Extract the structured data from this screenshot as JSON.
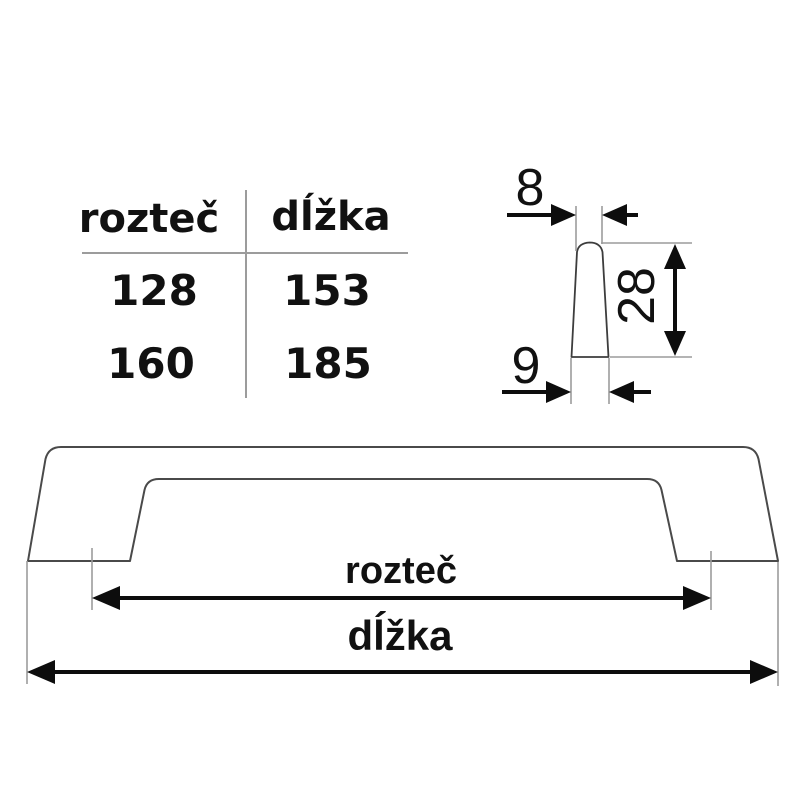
{
  "table": {
    "columns": [
      {
        "header": "rozteč"
      },
      {
        "header": "dĺžka"
      }
    ],
    "rows": [
      [
        "128",
        "153"
      ],
      [
        "160",
        "185"
      ]
    ]
  },
  "side_view": {
    "top_width": "8",
    "bottom_width": "9",
    "height": "28"
  },
  "front_view": {
    "spacing_label": "rozteč",
    "length_label": "dĺžka"
  },
  "colors": {
    "background": "#ffffff",
    "text": "#111111",
    "outline": "#4a4a4a",
    "dimension_line": "#0d0d0d",
    "extension_line": "#9c9c9c",
    "table_rule": "#9c9c9c"
  }
}
